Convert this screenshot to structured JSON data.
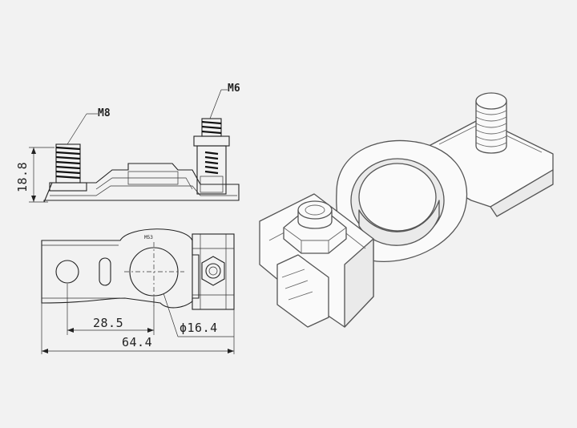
{
  "labels": {
    "bolt_large": "M8",
    "bolt_small": "M6",
    "height": "18.8",
    "center_distance": "28.5",
    "hole_diameter": "ϕ16.4",
    "overall_length": "64.4",
    "tiny_mark": "M53"
  }
}
